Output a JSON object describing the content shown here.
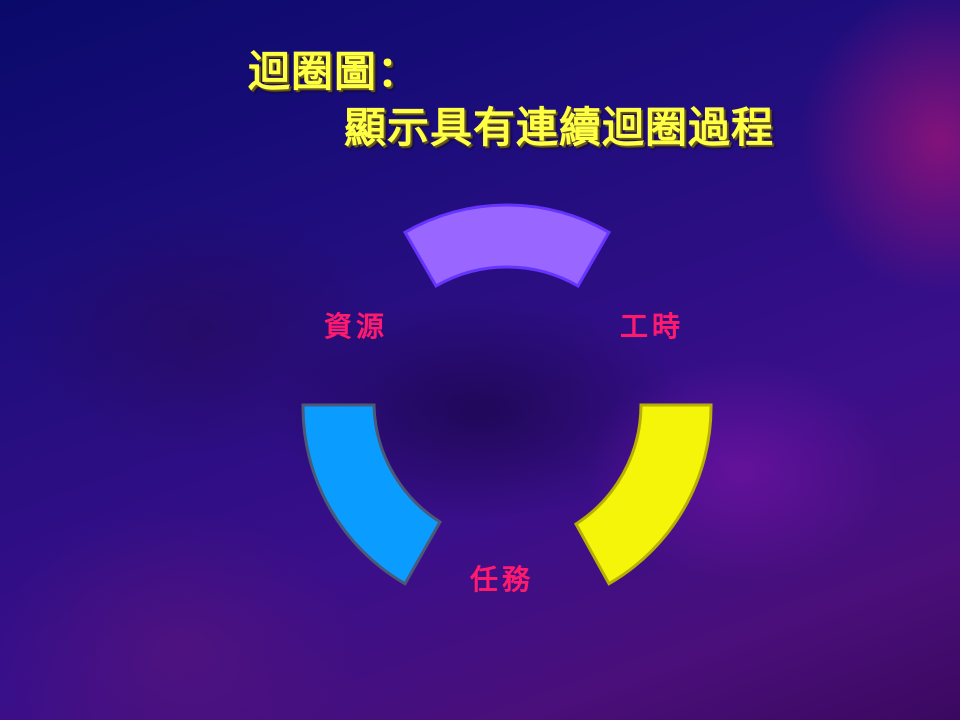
{
  "slide": {
    "title_line1": "迴圈圖：",
    "title_line2": "顯示具有連續迴圈過程"
  },
  "diagram": {
    "type": "cycle",
    "segments": [
      {
        "name": "top",
        "color": "#9966ff",
        "stroke": "#6633ff"
      },
      {
        "name": "right",
        "color": "#f5f50a",
        "stroke": "#b8b000"
      },
      {
        "name": "left",
        "color": "#0a9dff",
        "stroke": "#4a5a78"
      }
    ],
    "labels": {
      "resource": "資源",
      "hours": "工時",
      "task": "任務"
    },
    "label_color": "#ff1a6e",
    "title_color": "#ffff44"
  }
}
